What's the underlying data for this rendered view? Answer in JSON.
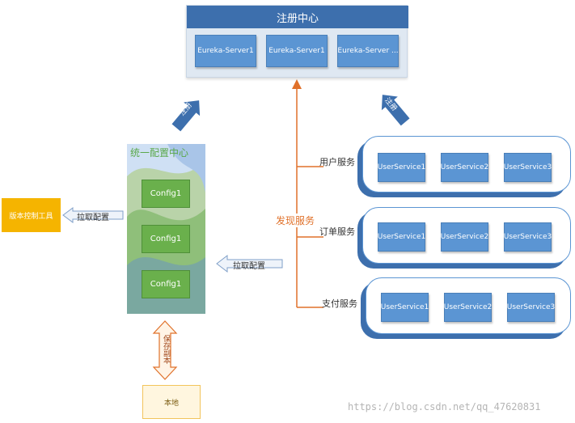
{
  "registry": {
    "title": "注册中心",
    "servers": [
      "Eureka-Server1",
      "Eureka-Server1",
      "Eureka-Server ..."
    ]
  },
  "arrows": {
    "register_left": "注册",
    "register_right": "注册",
    "pull_config_left": "拉取配置",
    "pull_config_right": "拉取配置",
    "save_copy": "保存副本"
  },
  "config_center": {
    "title": "统一配置中心",
    "items": [
      "Config1",
      "Config1",
      "Config1"
    ]
  },
  "vcs": {
    "label": "版本控制工具"
  },
  "local": {
    "label": "本地"
  },
  "discovery": {
    "label": "发现服务"
  },
  "service_groups": [
    {
      "label": "用户服务",
      "services": [
        "UserService1",
        "UserService2",
        "UserService3"
      ]
    },
    {
      "label": "订单服务",
      "services": [
        "UserService1",
        "UserService2",
        "UserService3"
      ]
    },
    {
      "label": "支付服务",
      "services": [
        "UserService1",
        "UserService2",
        "UserService3"
      ]
    }
  ],
  "watermark": "https://blog.csdn.net/qq_47620831",
  "colors": {
    "primary_blue": "#3d6fad",
    "service_blue": "#5b95d3",
    "config_green": "#6ab04c",
    "discover_orange": "#e0712a",
    "vcs_yellow": "#f5b400"
  }
}
